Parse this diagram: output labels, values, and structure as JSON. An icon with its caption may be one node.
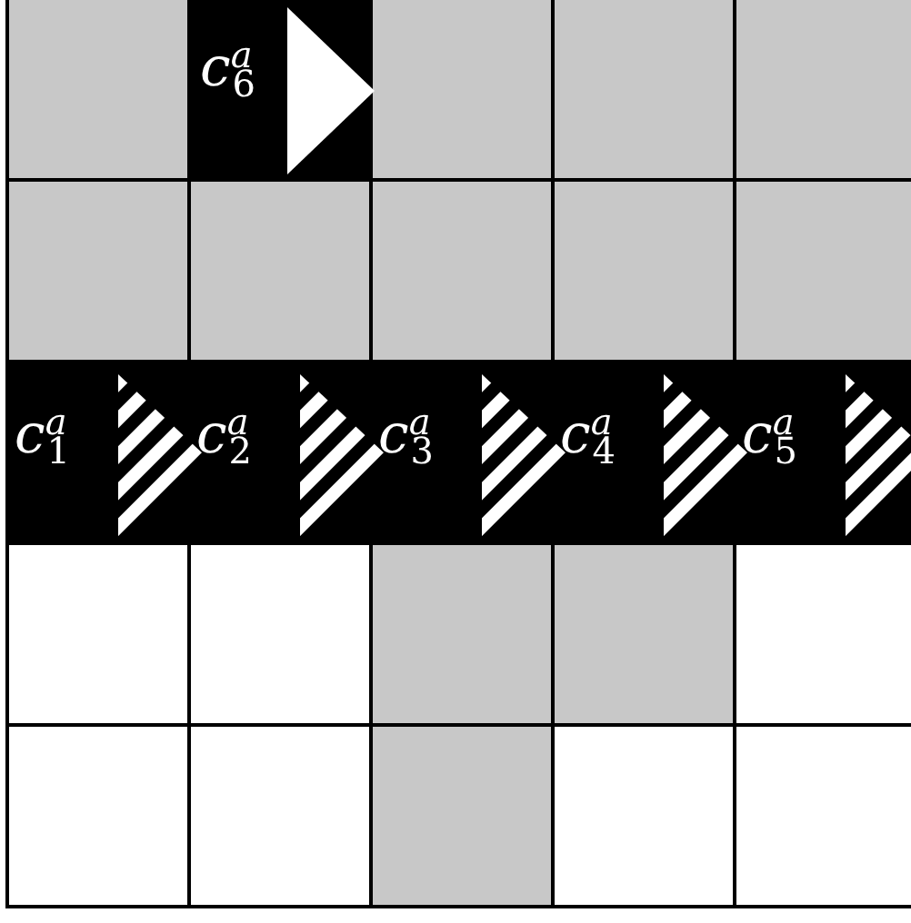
{
  "diagram": {
    "labels": [
      "c$^{a}$$_{6}$",
      "c$^{a}$$_{1}$",
      "c$^{a}$$_{2}$",
      "c$^{a}$$_{3}$",
      "c$^{a}$$_{4}$",
      "c$^{a}$$_{5}$"
    ]
  }
}
